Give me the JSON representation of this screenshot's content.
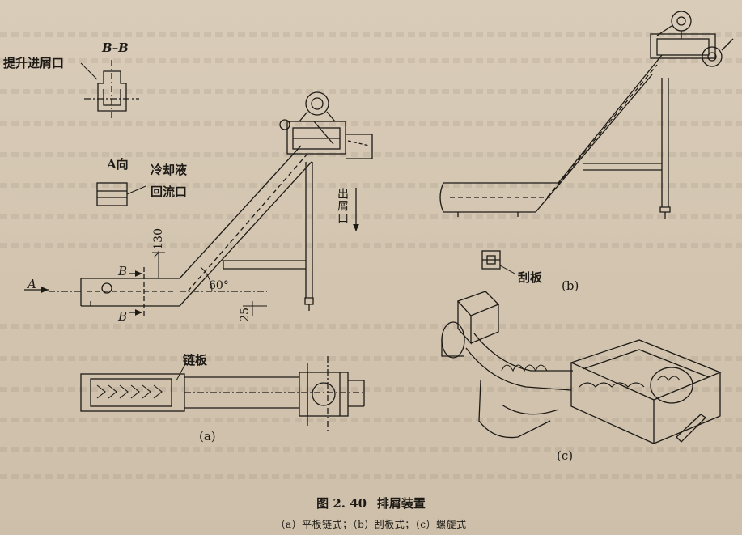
{
  "figure": {
    "number": "图 2. 40",
    "title": "排屑装置",
    "subtitle": "（a）平板链式；（b）刮板式；（c）螺旋式"
  },
  "diagram_a": {
    "section_label": "B–B",
    "chip_inlet": "提升进屑口",
    "view_direction": "A向",
    "coolant_return_line1": "冷却液",
    "coolant_return_line2": "回流口",
    "chip_outlet": "出屑口",
    "dimension_130": "130",
    "dimension_25": "25",
    "angle_60": "60°",
    "section_marker_top": "B",
    "section_marker_bottom": "B",
    "arrow_a": "A",
    "chain_plate": "链板",
    "panel_label": "(a)"
  },
  "diagram_b": {
    "scraper": "刮板",
    "panel_label": "(b)"
  },
  "diagram_c": {
    "panel_label": "(c)"
  }
}
